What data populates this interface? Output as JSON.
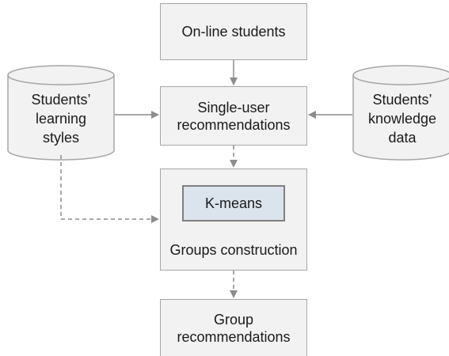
{
  "nodes": {
    "online_students": "On-line students",
    "single_user": "Single-user\nrecommendations",
    "kmeans": "K-means",
    "groups_construction": "Groups construction",
    "group_recommendations": "Group\nrecommendations",
    "learning_styles": "Students’\nlearning\nstyles",
    "knowledge_data": "Students’\nknowledge\ndata"
  },
  "colors": {
    "box_fill": "#f2f2f2",
    "box_border": "#a6a6a6",
    "kmeans_fill": "#dbe3ec",
    "arrow": "#8c8c8c"
  },
  "edges": [
    {
      "from": "online_students",
      "to": "single_user",
      "style": "solid"
    },
    {
      "from": "learning_styles",
      "to": "single_user",
      "style": "solid"
    },
    {
      "from": "knowledge_data",
      "to": "single_user",
      "style": "solid"
    },
    {
      "from": "single_user",
      "to": "groups_construction",
      "style": "dashed"
    },
    {
      "from": "learning_styles",
      "to": "groups_construction",
      "style": "dashed"
    },
    {
      "from": "groups_construction",
      "to": "group_recommendations",
      "style": "dashed"
    }
  ]
}
